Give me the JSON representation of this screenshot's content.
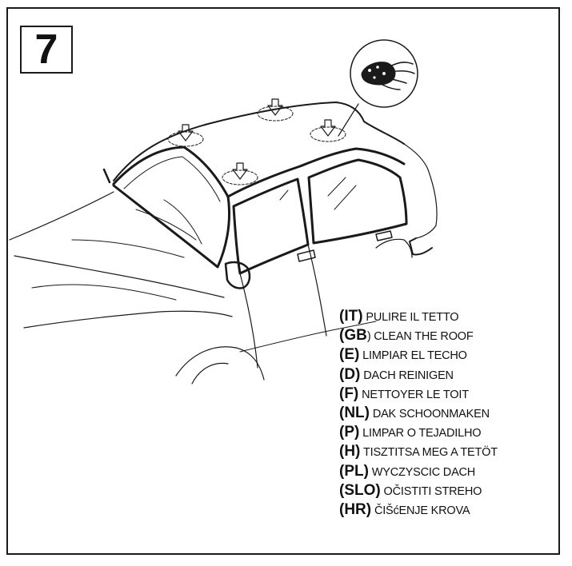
{
  "step_number": "7",
  "icons": {
    "car": "car-illustration",
    "hand": "hand-with-sponge-icon",
    "arrow": "down-arrow-icon"
  },
  "instructions": [
    {
      "code": "(IT)",
      "text": " PULIRE IL TETTO"
    },
    {
      "code": "(GB",
      "text": ") CLEAN THE ROOF"
    },
    {
      "code": "(E)",
      "text": " LIMPIAR EL TECHO"
    },
    {
      "code": "(D)",
      "text": " DACH REINIGEN"
    },
    {
      "code": "(F)",
      "text": " NETTOYER LE TOIT"
    },
    {
      "code": "(NL)",
      "text": "  DAK SCHOONMAKEN"
    },
    {
      "code": "(P)",
      "text": " LIMPAR O TEJADILHO"
    },
    {
      "code": "(H)",
      "text": "  TISZTITSA MEG A TETÖT"
    },
    {
      "code": "(PL)",
      "text": "  WYCZYSCIC DACH"
    },
    {
      "code": "(SLO)",
      "text": " OČISTITI STREHO"
    },
    {
      "code": "(HR)",
      "text": " ČIŠćENJE KROVA"
    }
  ]
}
